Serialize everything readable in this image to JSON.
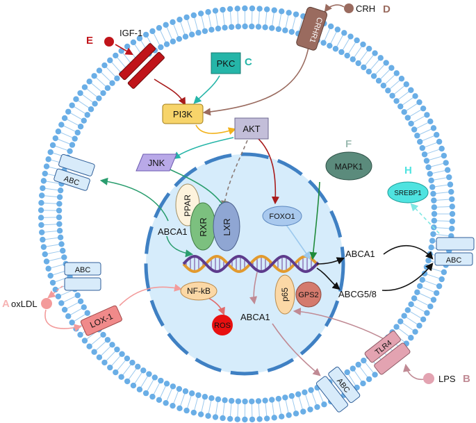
{
  "labels": {
    "igf1": "IGF-1",
    "crh": "CRH",
    "crhr1": "CRHR1",
    "pkc": "PKC",
    "pi3k": "PI3K",
    "akt": "AKT",
    "jnk": "JNK",
    "mapk1": "MAPK1",
    "srebp1": "SREBP1",
    "ppar": "PPAR",
    "rxr": "RXR",
    "lxr": "LXR",
    "abca1_left": "ABCA1",
    "foxo1": "FOXO1",
    "abca1_right": "ABCA1",
    "abcg58": "ABCG5/8",
    "abc_left_top": "ABC",
    "abc_left_mid": "ABC",
    "abc_right": "ABC",
    "abc_bottom": "ABC",
    "oxldl": "oxLDL",
    "lox1": "LOX-1",
    "nfkb": "NF-kB",
    "ros": "ROS",
    "p65": "p65",
    "gps2": "GPS2",
    "abca1_bottom": "ABCA1",
    "tlr4": "TLR4",
    "lps": "LPS"
  },
  "panel_letters": {
    "a": "A",
    "b": "B",
    "c": "C",
    "d": "D",
    "e": "E",
    "f": "F",
    "h": "H"
  },
  "colors": {
    "membrane_head": "#6aaee6",
    "membrane_tail": "#9cc9ee",
    "nucleus_fill": "#d6ecfb",
    "nucleus_border": "#3f80c3",
    "igf1_receptor": "#c0141a",
    "crh": "#9a6b5f",
    "pkc": "#25b5a8",
    "pi3k": "#f7d46a",
    "akt": "#c3bed9",
    "jnk": "#b9a9e8",
    "mapk1": "#5b8b7c",
    "srebp1": "#4fe3e0",
    "ppar": "#fdf3dd",
    "rxr": "#7cc07f",
    "lxr": "#8fa6d3",
    "foxo1": "#a9c9ee",
    "abc_transporter": "#d8ebfa",
    "oxldl": "#f39b9b",
    "lox1": "#f08a8a",
    "nfkb": "#fbd8a6",
    "ros": "#e81010",
    "p65": "#fbd8a6",
    "gps2": "#d47a6d",
    "tlr4": "#e3a3b1",
    "lps": "#e3a3b1"
  }
}
